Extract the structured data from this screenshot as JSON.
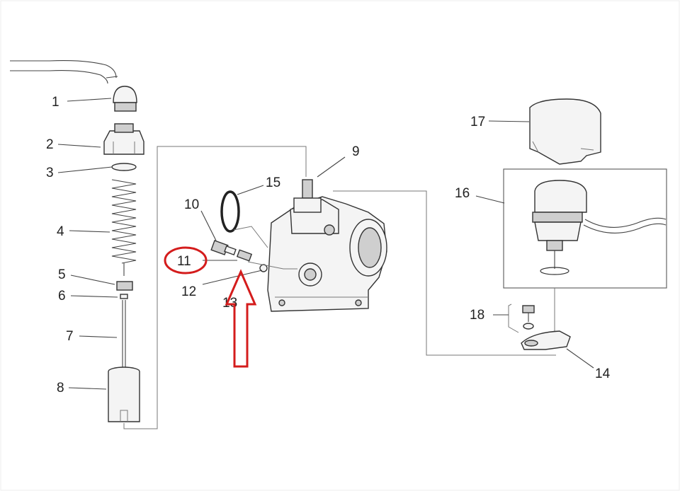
{
  "labels": {
    "l1": "1",
    "l2": "2",
    "l3": "3",
    "l4": "4",
    "l5": "5",
    "l6": "6",
    "l7": "7",
    "l8": "8",
    "l9": "9",
    "l10": "10",
    "l11": "11",
    "l12": "12",
    "l13": "13",
    "l14": "14",
    "l15": "15",
    "l16": "16",
    "l17": "17",
    "l18": "18"
  },
  "highlight": {
    "circled_part": "11",
    "color": "#d41c1c"
  }
}
